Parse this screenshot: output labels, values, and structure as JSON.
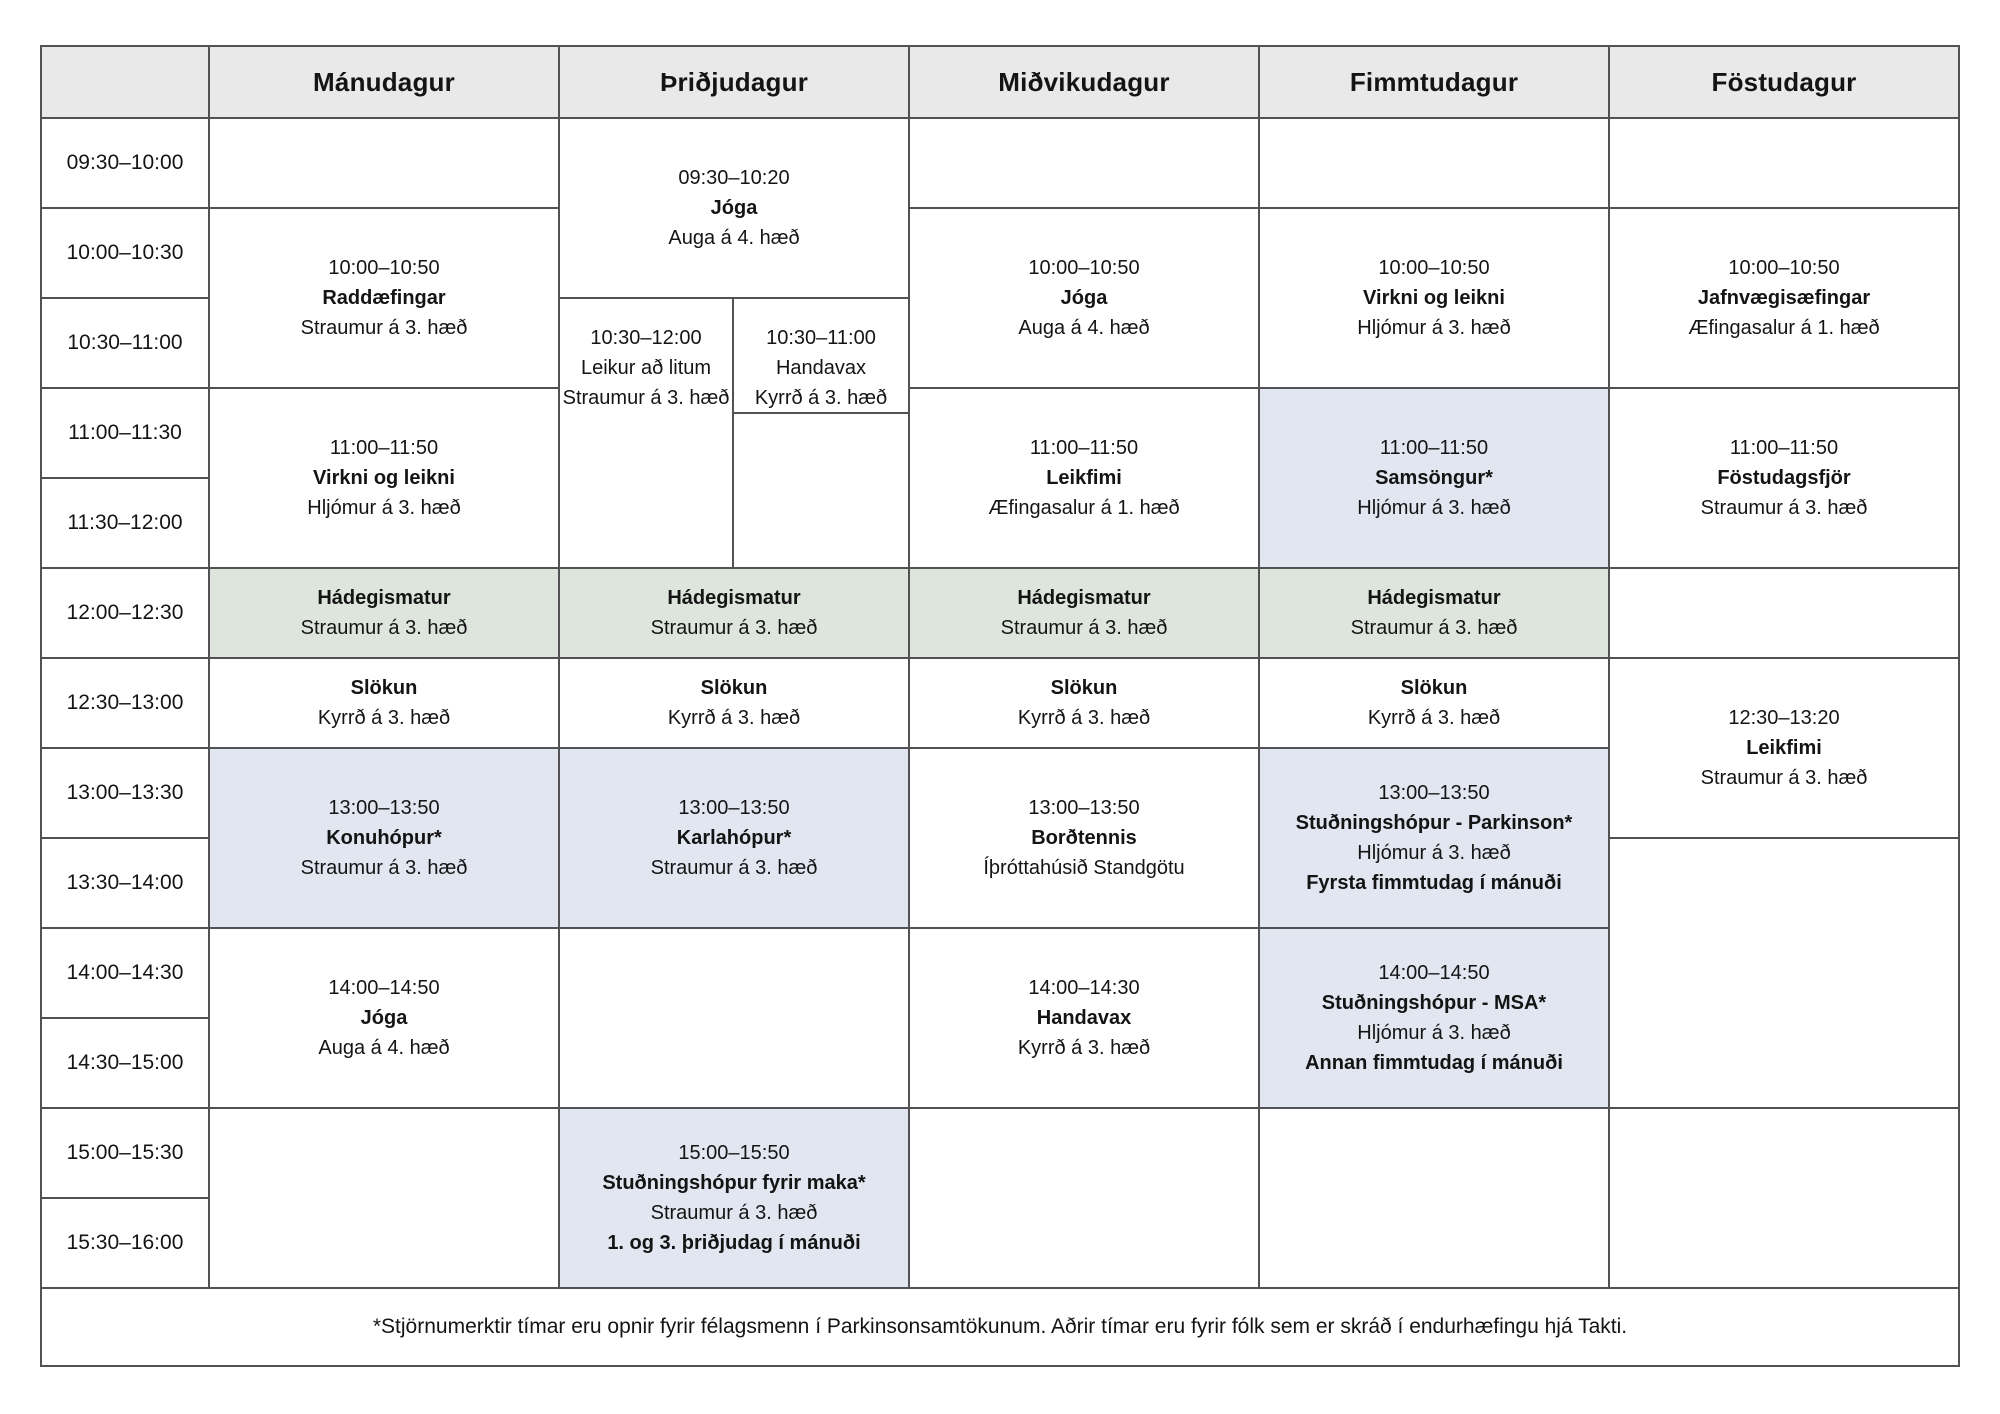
{
  "colors": {
    "border": "#525254",
    "header_bg": "#e9e9e9",
    "green": "#dee5dd",
    "lavender": "#e2e6f1"
  },
  "table": {
    "corner": "",
    "days": [
      {
        "label": "Mánudagur"
      },
      {
        "label": "Þriðjudagur"
      },
      {
        "label": "Miðvikudagur"
      },
      {
        "label": "Fimmtudagur"
      },
      {
        "label": "Föstudagur"
      }
    ],
    "time_slots": [
      "09:30–10:00",
      "10:00–10:30",
      "10:30–11:00",
      "11:00–11:30",
      "11:30–12:00",
      "12:00–12:30",
      "12:30–13:00",
      "13:00–13:30",
      "13:30–14:00",
      "14:00–14:30",
      "14:30–15:00",
      "15:00–15:30",
      "15:30–16:00"
    ],
    "note": "*Stjörnumerktir tímar eru opnir fyrir félagsmenn í Parkinsonsamtökunum. Aðrir tímar eru fyrir fólk sem er skráð í endurhæfingu hjá Takti."
  },
  "events": {
    "mon_1000": {
      "time": "10:00–10:50",
      "title": "Raddæfingar",
      "location": "Straumur á 3. hæð"
    },
    "mon_1100": {
      "time": "11:00–11:50",
      "title": "Virkni og leikni",
      "location": "Hljómur á 3. hæð"
    },
    "mon_lunch": {
      "title": "Hádegismatur",
      "location": "Straumur á 3. hæð"
    },
    "mon_1230": {
      "title": "Slökun",
      "location": "Kyrrð á 3. hæð"
    },
    "mon_1300": {
      "time": "13:00–13:50",
      "title": "Konuhópur*",
      "location": "Straumur á 3. hæð"
    },
    "mon_1400": {
      "time": "14:00–14:50",
      "title": "Jóga",
      "location": "Auga á 4. hæð"
    },
    "tue_0930": {
      "time": "09:30–10:20",
      "title": "Jóga",
      "location": "Auga á 4. hæð"
    },
    "tue_1030_left": {
      "time": "10:30–12:00",
      "title": "Leikur að litum",
      "location": "Straumur á 3. hæð"
    },
    "tue_1030_right": {
      "time": "10:30–11:00",
      "title": "Handavax",
      "location": "Kyrrð á 3. hæð"
    },
    "tue_lunch": {
      "title": "Hádegismatur",
      "location": "Straumur á 3. hæð"
    },
    "tue_1230": {
      "title": "Slökun",
      "location": "Kyrrð á 3. hæð"
    },
    "tue_1300": {
      "time": "13:00–13:50",
      "title": "Karlahópur*",
      "location": "Straumur á 3. hæð"
    },
    "tue_1500": {
      "time": "15:00–15:50",
      "title": "Stuðningshópur fyrir maka*",
      "location": "Straumur á 3. hæð",
      "note": "1. og 3. þriðjudag í mánuði"
    },
    "wed_1000": {
      "time": "10:00–10:50",
      "title": "Jóga",
      "location": "Auga á 4. hæð"
    },
    "wed_1100": {
      "time": "11:00–11:50",
      "title": "Leikfimi",
      "location": "Æfingasalur á 1. hæð"
    },
    "wed_lunch": {
      "title": "Hádegismatur",
      "location": "Straumur á 3. hæð"
    },
    "wed_1230": {
      "title": "Slökun",
      "location": "Kyrrð á 3. hæð"
    },
    "wed_1300": {
      "time": "13:00–13:50",
      "title": "Borðtennis",
      "location": "Íþróttahúsið Standgötu"
    },
    "wed_1400": {
      "time": "14:00–14:30",
      "title": "Handavax",
      "location": "Kyrrð á 3. hæð"
    },
    "thu_1000": {
      "time": "10:00–10:50",
      "title": "Virkni og leikni",
      "location": "Hljómur á 3. hæð"
    },
    "thu_1100": {
      "time": "11:00–11:50",
      "title": "Samsöngur*",
      "location": "Hljómur á 3. hæð"
    },
    "thu_lunch": {
      "title": "Hádegismatur",
      "location": "Straumur á 3. hæð"
    },
    "thu_1230": {
      "title": "Slökun",
      "location": "Kyrrð á 3. hæð"
    },
    "thu_1300": {
      "time": "13:00–13:50",
      "title": "Stuðningshópur - Parkinson*",
      "location": "Hljómur á 3. hæð",
      "note": "Fyrsta fimmtudag í mánuði"
    },
    "thu_1400": {
      "time": "14:00–14:50",
      "title": "Stuðningshópur - MSA*",
      "location": "Hljómur á 3. hæð",
      "note": "Annan fimmtudag í mánuði"
    },
    "fri_1000": {
      "time": "10:00–10:50",
      "title": "Jafnvægisæfingar",
      "location": "Æfingasalur á 1. hæð"
    },
    "fri_1100": {
      "time": "11:00–11:50",
      "title": "Föstudagsfjör",
      "location": "Straumur á 3. hæð"
    },
    "fri_1230": {
      "time": "12:30–13:20",
      "title": "Leikfimi",
      "location": "Straumur á 3. hæð"
    }
  }
}
